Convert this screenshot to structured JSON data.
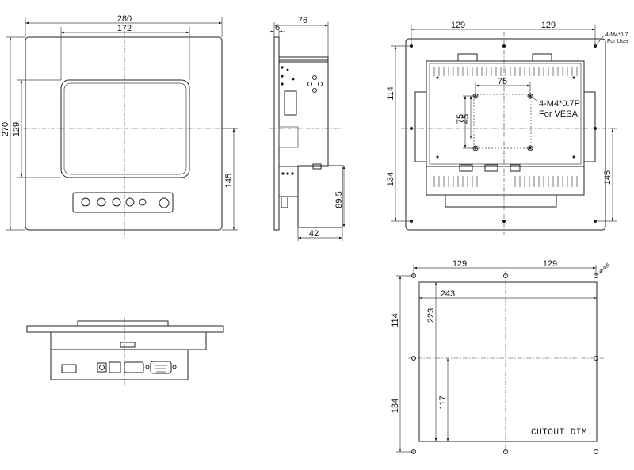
{
  "front_view": {
    "width_overall": "280",
    "width_display": "172",
    "height_overall": "270",
    "height_display": "129",
    "height_lower": "145"
  },
  "side_view": {
    "depth_overall": "76",
    "bezel_thickness": "6",
    "box_height": "89.5",
    "box_depth": "42"
  },
  "rear_view": {
    "left_span": "129",
    "right_span": "129",
    "top_span": "114",
    "bottom_span": "134",
    "right_bottom_span": "145",
    "vesa_width": "75",
    "vesa_height_a": "75",
    "vesa_height_b": "45",
    "vesa_label_line1": "4-M4*0.7P",
    "vesa_label_line2": "For VESA",
    "user_screw_line1": "4-M4*0.7",
    "user_screw_line2": "For User"
  },
  "cutout_view": {
    "left_span": "129",
    "right_span": "129",
    "top_span": "114",
    "bottom_span": "134",
    "cutout_width": "243",
    "cutout_height": "223",
    "cutout_lower": "117",
    "hole_label": "ø 4.5",
    "title": "CUTOUT DIM."
  }
}
